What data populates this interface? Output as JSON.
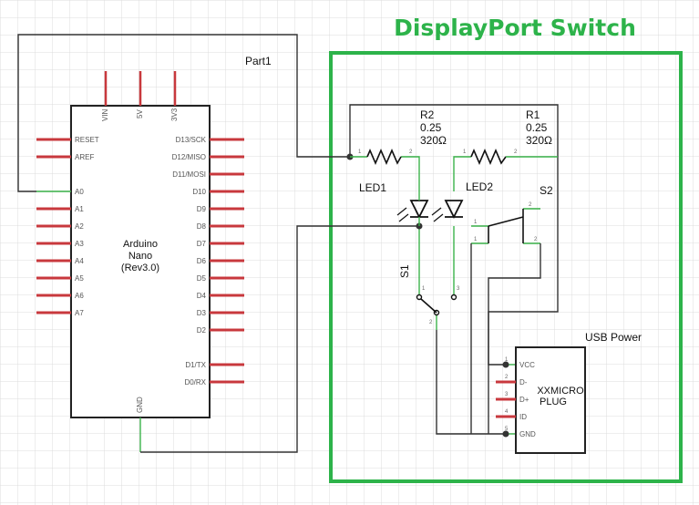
{
  "title": "DisplayPort Switch",
  "part_label": "Part1",
  "arduino": {
    "name_lines": [
      "Arduino",
      "Nano",
      "(Rev3.0)"
    ],
    "top_pins": [
      "VIN",
      "5V",
      "3V3"
    ],
    "left_pins": [
      "RESET",
      "AREF",
      "A0",
      "A1",
      "A2",
      "A3",
      "A4",
      "A5",
      "A6",
      "A7"
    ],
    "right_pins": [
      "D13/SCK",
      "D12/MISO",
      "D11/MOSI",
      "D10",
      "D9",
      "D8",
      "D7",
      "D6",
      "D5",
      "D4",
      "D3",
      "D2",
      "D1/TX",
      "D0/RX"
    ],
    "bottom_pin": "GND"
  },
  "r2": {
    "name": "R2",
    "value": "0.25",
    "ohms": "320Ω"
  },
  "r1": {
    "name": "R1",
    "value": "0.25",
    "ohms": "320Ω"
  },
  "led1": "LED1",
  "led2": "LED2",
  "s1": "S1",
  "s2": "S2",
  "usb": {
    "title": "USB Power",
    "pins": [
      "VCC",
      "D-",
      "D+",
      "ID",
      "GND"
    ],
    "pin_nums": [
      "1",
      "2",
      "3",
      "4",
      "5"
    ],
    "name_lines": [
      "XXMICRO",
      "PLUG"
    ]
  },
  "pin_numbers": {
    "one": "1",
    "two": "2",
    "three": "3"
  },
  "colors": {
    "accent_green": "#2db34a",
    "pin_red": "#c8383d",
    "wire": "#333333"
  }
}
